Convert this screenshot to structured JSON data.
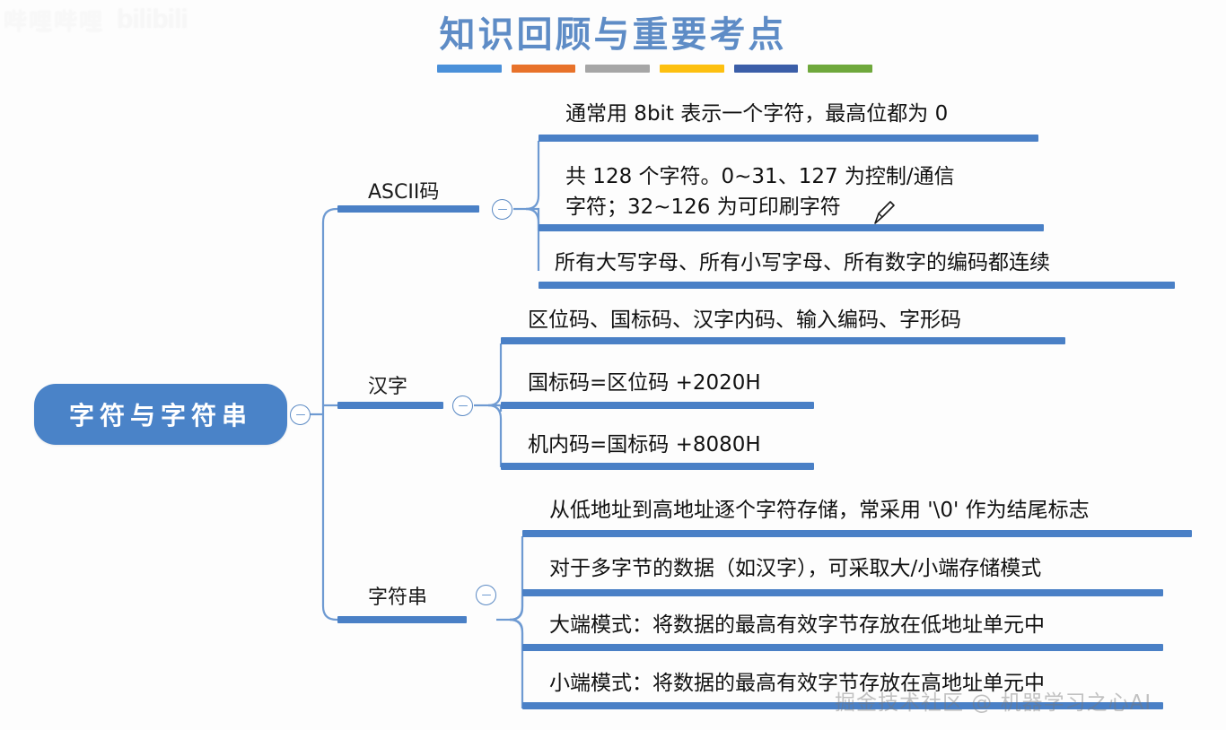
{
  "header": {
    "title": "知识回顾与重要考点",
    "title_color": "#5E8CC6",
    "accent_bars": [
      {
        "name": "bar-light-blue",
        "color": "#4A90D9"
      },
      {
        "name": "bar-orange",
        "color": "#E8722A"
      },
      {
        "name": "bar-gray",
        "color": "#A6A6A6"
      },
      {
        "name": "bar-yellow",
        "color": "#FDC010"
      },
      {
        "name": "bar-dark-blue",
        "color": "#3B5EA8"
      },
      {
        "name": "bar-green",
        "color": "#6FA83C"
      }
    ]
  },
  "brand_watermark": {
    "cn": "哔哩哔哩",
    "en": "bilibili"
  },
  "mindmap": {
    "root": {
      "label": "字符与字符串",
      "fill": "#4A83C8",
      "text_color": "#FFFFFF",
      "toggle": "collapse-minus"
    },
    "branches": [
      {
        "label": "ASCII码",
        "toggle": "collapse-minus",
        "leaves": [
          {
            "text": "通常用 8bit 表示一个字符，最高位都为 0"
          },
          {
            "text": "共 128 个字符。0~31、127 为控制/通信\n字符；32~126 为可印刷字符"
          },
          {
            "text": "所有大写字母、所有小写字母、所有数字的编码都连续"
          }
        ]
      },
      {
        "label": "汉字",
        "toggle": "collapse-minus",
        "leaves": [
          {
            "text": "区位码、国标码、汉字内码、输入编码、字形码"
          },
          {
            "text": "国标码=区位码 +2020H"
          },
          {
            "text": "机内码=国标码 +8080H"
          }
        ]
      },
      {
        "label": "字符串",
        "toggle": "collapse-minus",
        "leaves": [
          {
            "text": "从低地址到高地址逐个字符存储，常采用 '\\0' 作为结尾标志"
          },
          {
            "text": "对于多字节的数据（如汉字），可采取大/小端存储模式"
          },
          {
            "text": "大端模式：将数据的最高有效字节存放在低地址单元中"
          },
          {
            "text": "小端模式：将数据的最高有效字节存放在高地址单元中"
          }
        ]
      }
    ],
    "line_color": "#4A80C6",
    "connector_color": "#6E9AD2"
  },
  "cursor": {
    "type": "pen-cursor"
  },
  "watermark": {
    "text": "掘金技术社区 @ 机器学习之心AI"
  }
}
